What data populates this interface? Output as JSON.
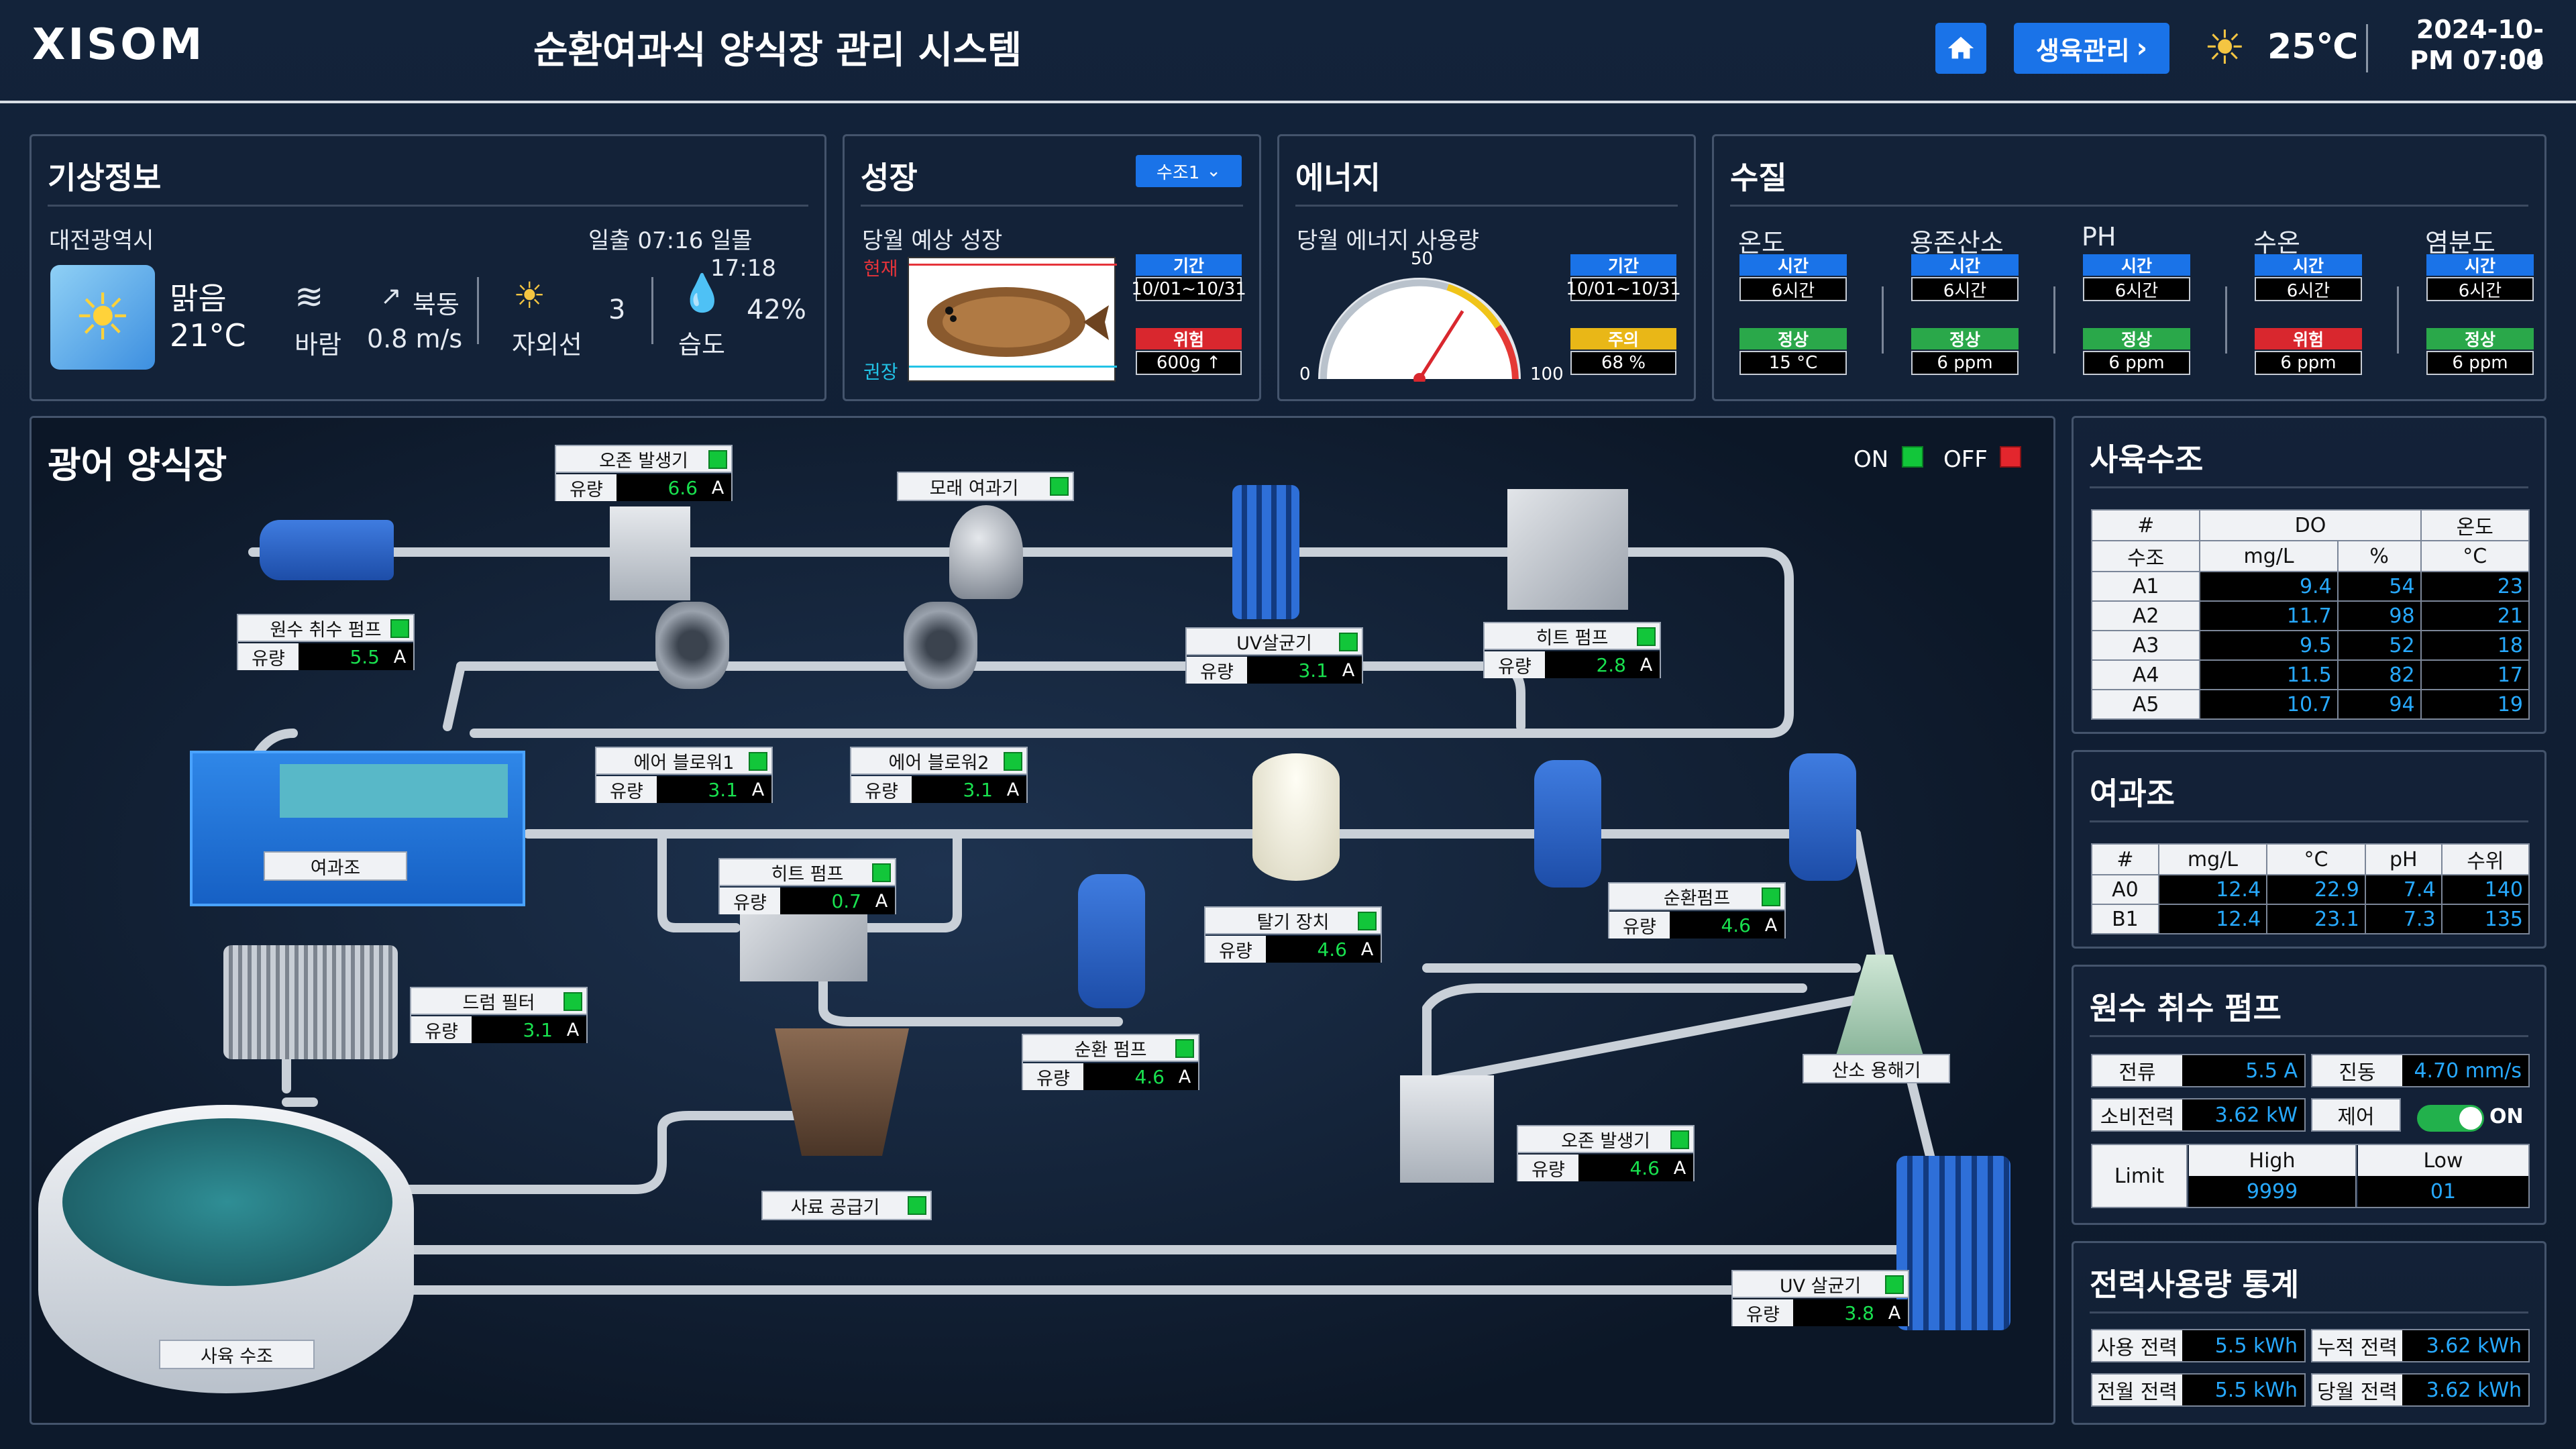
{
  "header": {
    "logo": "XISOM",
    "title": "순환여과식 양식장 관리 시스템",
    "nav_button": "생육관리",
    "temperature": "25℃",
    "date": "2024-10-04",
    "time": "PM 07:00"
  },
  "weather": {
    "title": "기상정보",
    "location": "대전광역시",
    "sunrise": "일출 07:16",
    "sunset": "일몰 17:18",
    "condition": "맑음",
    "temp": "21°C",
    "wind_label": "바람",
    "wind_speed": "0.8 m/s",
    "wind_dir": "북동",
    "uv_label": "자외선",
    "uv_value": "3",
    "humidity_label": "습도",
    "humidity_value": "42%"
  },
  "growth": {
    "title": "성장",
    "tank_select": "수조1",
    "subtitle": "당월 예상 성장",
    "current_label": "현재",
    "recommended_label": "권장",
    "period_label": "기간",
    "period_value": "10/01~10/31",
    "status_label": "위험",
    "weight_value": "600g ↑"
  },
  "energy": {
    "title": "에너지",
    "subtitle": "당월 에너지 사용량",
    "gauge_min": "0",
    "gauge_mid": "50",
    "gauge_max": "100",
    "gauge_value": 68,
    "period_label": "기간",
    "period_value": "10/01~10/31",
    "status_label": "주의",
    "status_value": "68 %"
  },
  "water_quality": {
    "title": "수질",
    "items": [
      {
        "name": "온도",
        "time_label": "시간",
        "time_value": "6시간",
        "status": "정상",
        "value": "15 °C"
      },
      {
        "name": "용존산소",
        "time_label": "시간",
        "time_value": "6시간",
        "status": "정상",
        "value": "6 ppm"
      },
      {
        "name": "PH",
        "time_label": "시간",
        "time_value": "6시간",
        "status": "정상",
        "value": "6 ppm"
      },
      {
        "name": "수온",
        "time_label": "시간",
        "time_value": "6시간",
        "status": "위험",
        "value": "6 ppm"
      },
      {
        "name": "염분도",
        "time_label": "시간",
        "time_value": "6시간",
        "status": "정상",
        "value": "6 ppm"
      }
    ]
  },
  "farm": {
    "title": "광어 양식장",
    "on_label": "ON",
    "off_label": "OFF",
    "flow_label": "유량",
    "unit": "A",
    "equipment": {
      "ozone1": {
        "name": "오존 발생기",
        "value": "6.6"
      },
      "sand_filter": {
        "name": "모래 여과기"
      },
      "raw_pump": {
        "name": "원수 취수 펌프",
        "value": "5.5"
      },
      "uv1": {
        "name": "UV살균기",
        "value": "3.1"
      },
      "heat_pump1": {
        "name": "히트 펌프",
        "value": "2.8"
      },
      "blower1": {
        "name": "에어 블로워1",
        "value": "3.1"
      },
      "blower2": {
        "name": "에어 블로워2",
        "value": "3.1"
      },
      "heat_pump2": {
        "name": "히트 펌프",
        "value": "0.7"
      },
      "degas": {
        "name": "탈기 장치",
        "value": "4.6"
      },
      "circ_pump1": {
        "name": "순환펌프",
        "value": "4.6"
      },
      "drum_filter": {
        "name": "드럼 필터",
        "value": "3.1"
      },
      "circ_pump2": {
        "name": "순환 펌프",
        "value": "4.6"
      },
      "ozone2": {
        "name": "오존 발생기",
        "value": "4.6"
      },
      "uv2": {
        "name": "UV 살균기",
        "value": "3.8"
      },
      "feeder": {
        "name": "사료 공급기"
      },
      "oxygen": {
        "name": "산소 용해기"
      },
      "filter_tank": {
        "name": "여과조"
      },
      "rearing_tank": {
        "name": "사육 수조"
      }
    }
  },
  "rearing_table": {
    "title": "사육수조",
    "head1": [
      "#",
      "DO",
      "온도"
    ],
    "head2": [
      "수조",
      "mg/L",
      "%",
      "°C"
    ],
    "rows": [
      [
        "A1",
        "9.4",
        "54",
        "23"
      ],
      [
        "A2",
        "11.7",
        "98",
        "21"
      ],
      [
        "A3",
        "9.5",
        "52",
        "18"
      ],
      [
        "A4",
        "11.5",
        "82",
        "17"
      ],
      [
        "A5",
        "10.7",
        "94",
        "19"
      ]
    ]
  },
  "filter_table": {
    "title": "여과조",
    "head": [
      "#",
      "mg/L",
      "°C",
      "pH",
      "수위"
    ],
    "rows": [
      [
        "A0",
        "12.4",
        "22.9",
        "7.4",
        "140"
      ],
      [
        "B1",
        "12.4",
        "23.1",
        "7.3",
        "135"
      ]
    ]
  },
  "pump_panel": {
    "title": "원수 취수 펌프",
    "current_label": "전류",
    "current_value": "5.5 A",
    "vibration_label": "진동",
    "vibration_value": "4.70 mm/s",
    "power_label": "소비전력",
    "power_value": "3.62 kW",
    "control_label": "제어",
    "control_state": "ON",
    "limit_label": "Limit",
    "high_label": "High",
    "high_value": "9999",
    "low_label": "Low",
    "low_value": "01"
  },
  "power_stats": {
    "title": "전력사용량 통계",
    "used_label": "사용 전력",
    "used_value": "5.5 kWh",
    "cum_label": "누적 전력",
    "cum_value": "3.62 kWh",
    "prev_label": "전월 전력",
    "prev_value": "5.5 kWh",
    "month_label": "당월 전력",
    "month_value": "3.62 kWh"
  },
  "colors": {
    "accent": "#1a73e8",
    "danger": "#d9272e",
    "warn": "#e9b717",
    "ok": "#2aa84a",
    "value_blue": "#27a9ff",
    "value_green": "#19e14f"
  }
}
